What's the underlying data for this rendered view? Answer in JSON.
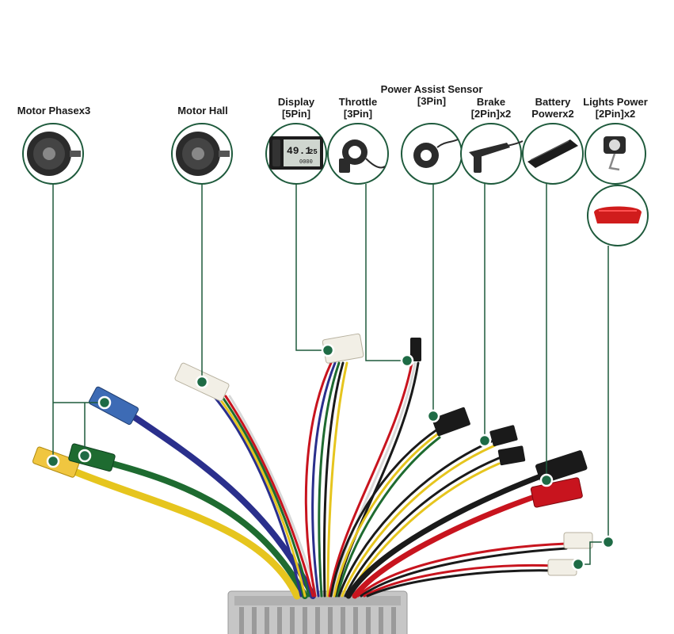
{
  "labels": {
    "motor_phase": "Motor Phasex3",
    "motor_hall": "Motor Hall",
    "display_name": "Display",
    "display_pins": "[5Pin]",
    "throttle_name": "Throttle",
    "throttle_pins": "[3Pin]",
    "pas_name": "Power Assist Sensor",
    "pas_pins": "[3Pin]",
    "brake_name": "Brake",
    "brake_pins": "[2Pin]x2",
    "battery_name": "Battery",
    "battery_pins": "Powerx2",
    "lights_name": "Lights Power",
    "lights_pins": "[2Pin]x2"
  },
  "display_screen": {
    "speed": "49.1",
    "unit": "25",
    "odo": "0000"
  },
  "colors": {
    "leader": "#1e5a3c",
    "dot": "#1e6b45",
    "wire_yellow": "#e6c51e",
    "wire_green": "#1e6b30",
    "wire_blue": "#2a2f8c",
    "wire_red": "#c8141e",
    "wire_black": "#1a1a1a",
    "wire_white": "#d8d8d8"
  }
}
